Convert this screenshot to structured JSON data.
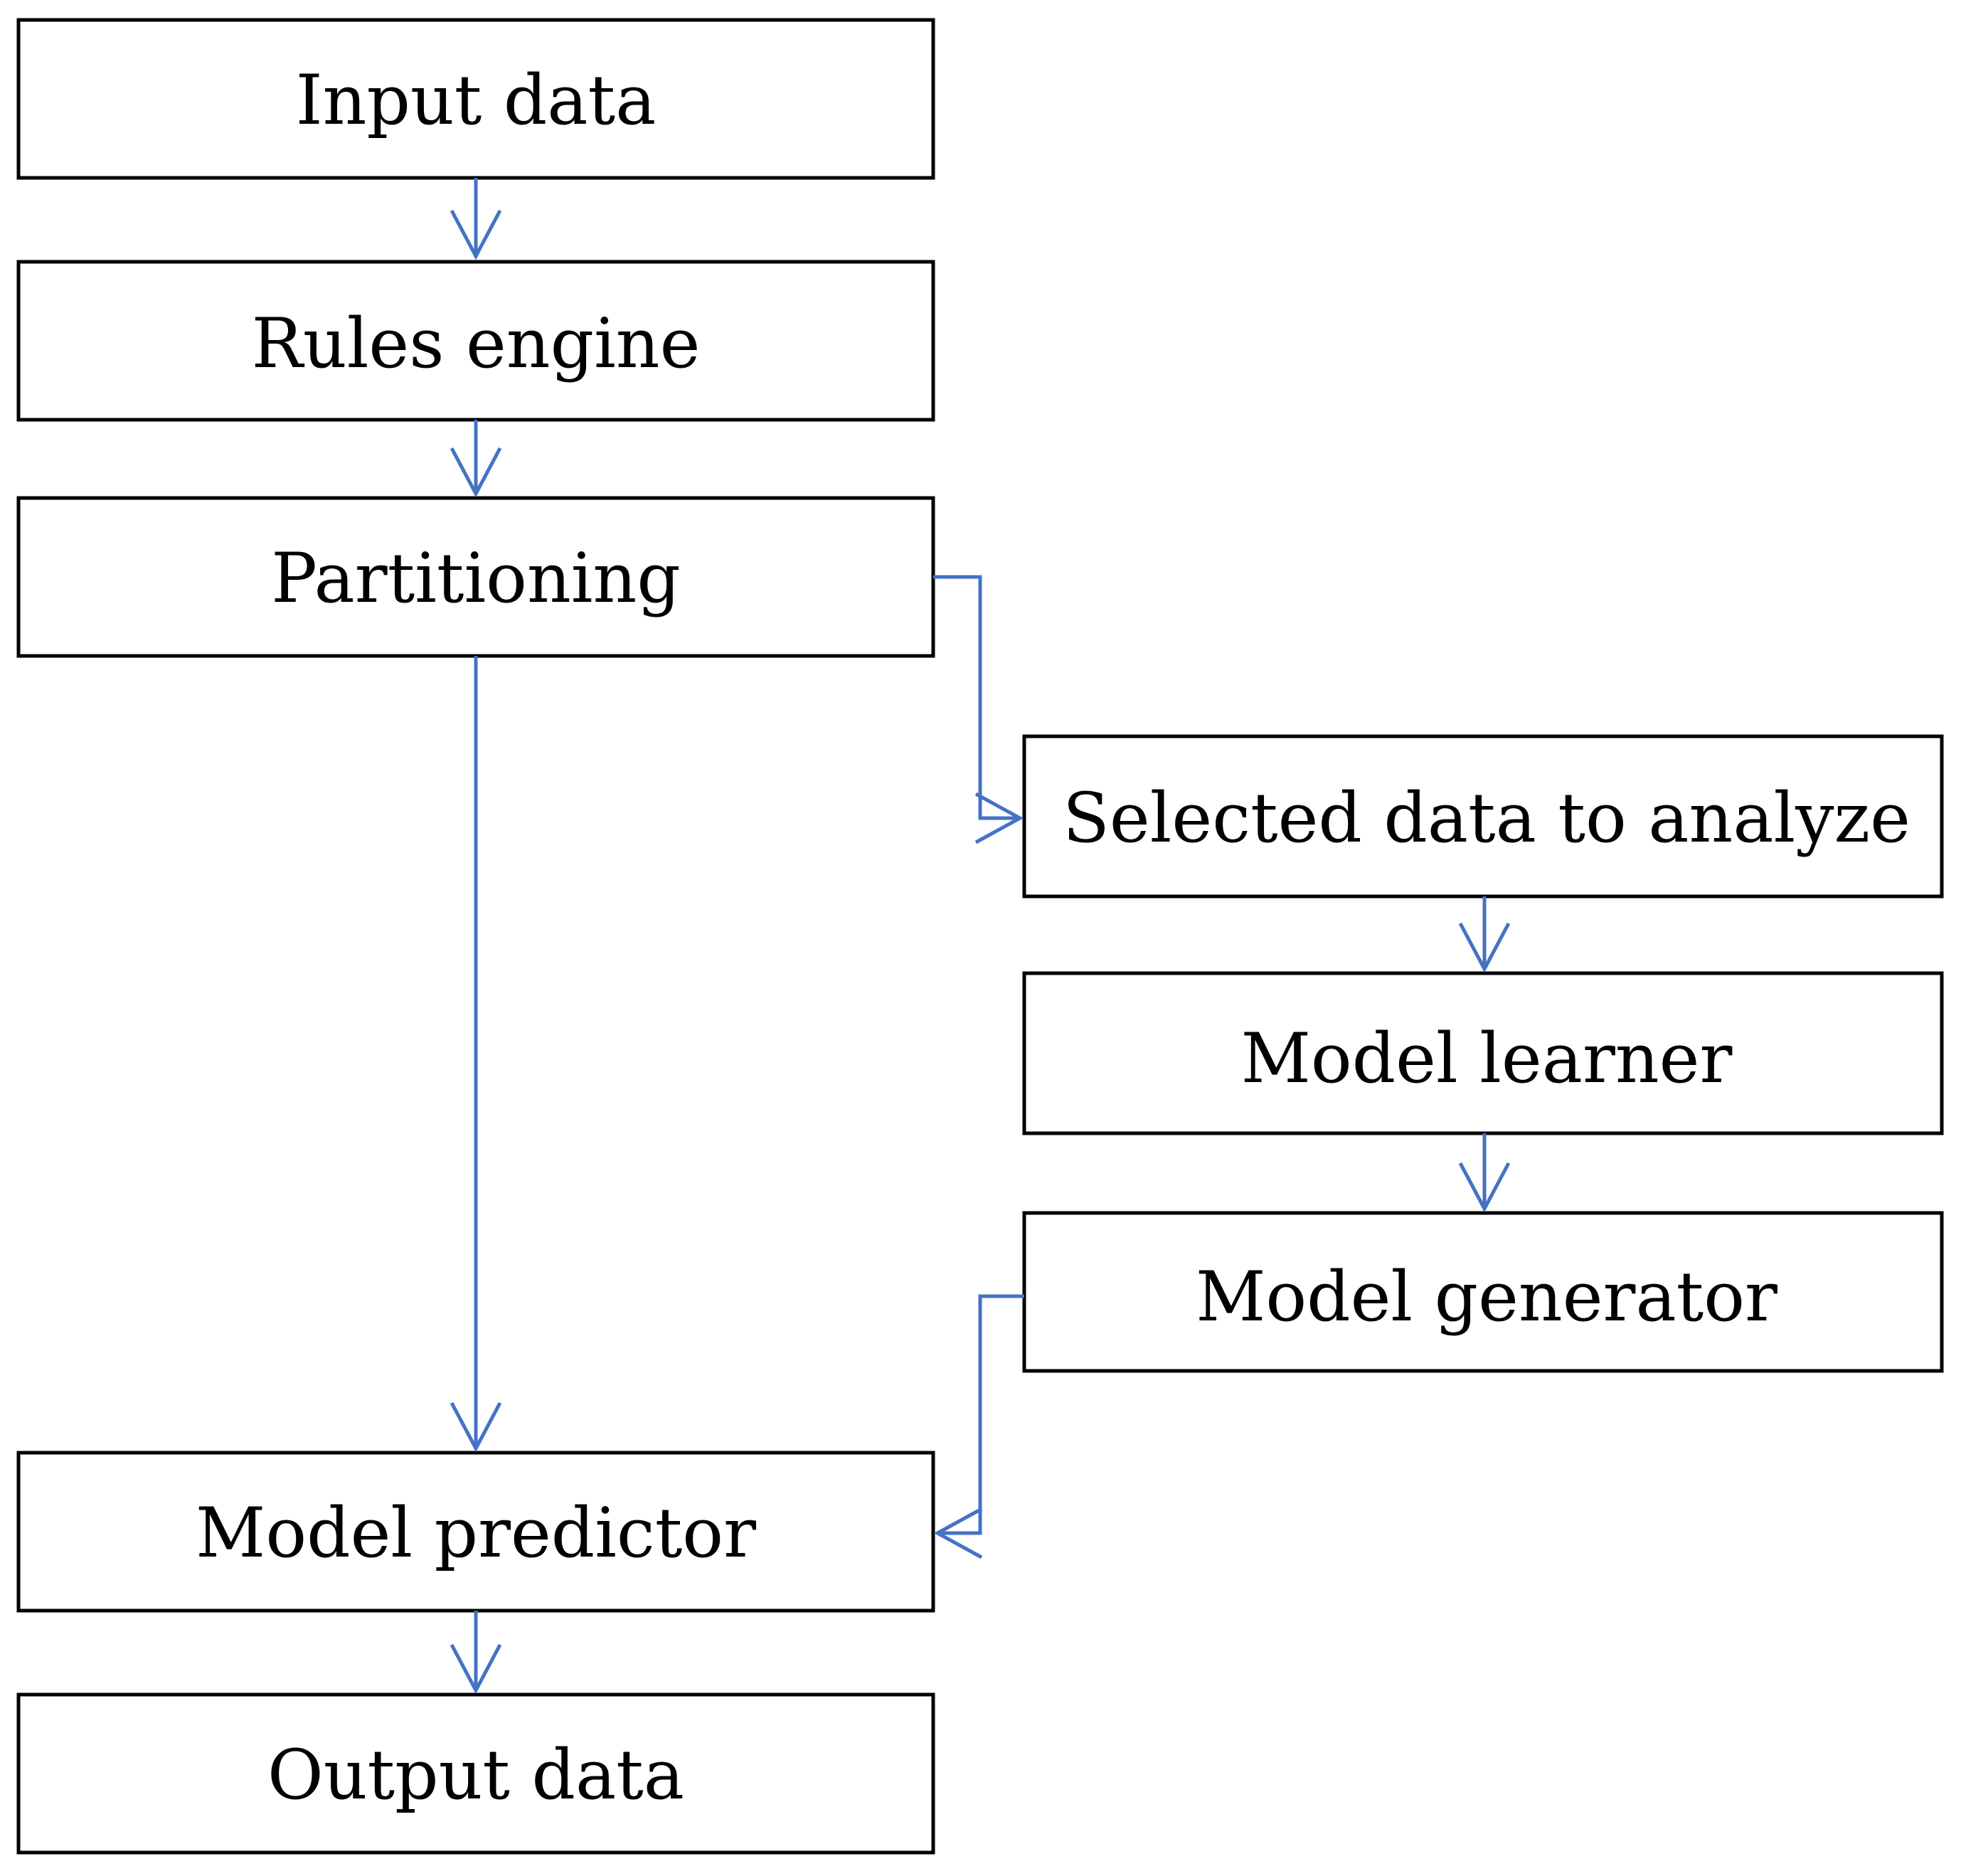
{
  "diagram": {
    "type": "flowchart",
    "colors": {
      "arrow": "#4472C4",
      "box_border": "#000000",
      "text": "#000000",
      "background": "#ffffff"
    },
    "nodes": {
      "input_data": "Input data",
      "rules_engine": "Rules engine",
      "partitioning": "Partitioning",
      "selected_data": "Selected data to analyze",
      "model_learner": "Model learner",
      "model_generator": "Model generator",
      "model_predictor": "Model predictor",
      "output_data": "Output data"
    },
    "edges": [
      {
        "from": "Input data",
        "to": "Rules engine"
      },
      {
        "from": "Rules engine",
        "to": "Partitioning"
      },
      {
        "from": "Partitioning",
        "to": "Selected data to analyze"
      },
      {
        "from": "Partitioning",
        "to": "Model predictor"
      },
      {
        "from": "Selected data to analyze",
        "to": "Model learner"
      },
      {
        "from": "Model learner",
        "to": "Model generator"
      },
      {
        "from": "Model generator",
        "to": "Model predictor"
      },
      {
        "from": "Model predictor",
        "to": "Output data"
      }
    ]
  }
}
